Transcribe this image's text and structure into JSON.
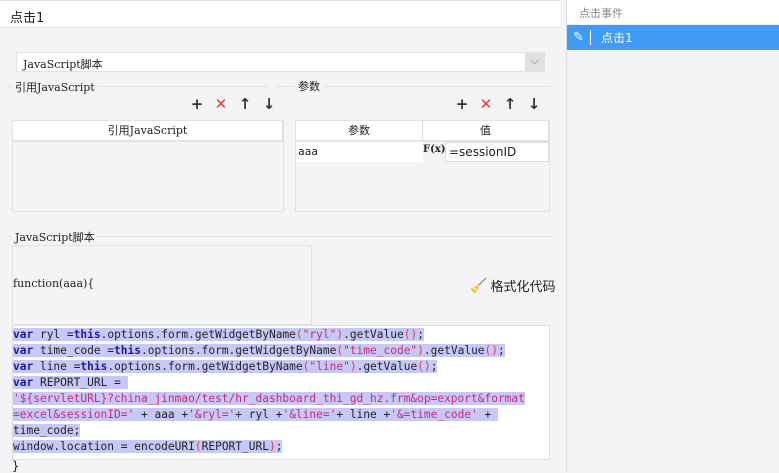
{
  "header": {
    "title": "点击1"
  },
  "dropdown": {
    "value": "JavaScript脚本",
    "chevron": "chevron-down-icon"
  },
  "ref_js": {
    "legend": "引用JavaScript",
    "column": "引用JavaScript"
  },
  "params": {
    "legend": "参数",
    "columns": [
      "参数",
      "值"
    ],
    "rows": [
      {
        "name": "aaa",
        "formula_icon": "F(x)",
        "value": "=sessionID"
      }
    ]
  },
  "toolbar": {
    "add": "+",
    "delete": "✕",
    "up": "🡑",
    "down": "🡓"
  },
  "script": {
    "legend": "JavaScript脚本",
    "signature": "function(aaa){",
    "format_label": "格式化代码",
    "closing": "}"
  },
  "code_lines": [
    [
      [
        "kw",
        "var"
      ],
      [
        "t",
        " ryl ="
      ],
      [
        "kw",
        "this"
      ],
      [
        "t",
        ".options.form.getWidgetByName"
      ],
      [
        "par",
        "("
      ],
      [
        "str",
        "\"ryl\""
      ],
      [
        "par",
        ")"
      ],
      [
        "t",
        ".getValue"
      ],
      [
        "par",
        "()"
      ],
      [
        "t",
        ";"
      ]
    ],
    [
      [
        "kw",
        "var"
      ],
      [
        "t",
        " time_code ="
      ],
      [
        "kw",
        "this"
      ],
      [
        "t",
        ".options.form.getWidgetByName"
      ],
      [
        "par",
        "("
      ],
      [
        "str",
        "\"time_code\""
      ],
      [
        "par",
        ")"
      ],
      [
        "t",
        ".getValue"
      ],
      [
        "par",
        "()"
      ],
      [
        "t",
        ";"
      ]
    ],
    [
      [
        "kw",
        "var"
      ],
      [
        "t",
        " line ="
      ],
      [
        "kw",
        "this"
      ],
      [
        "t",
        ".options.form.getWidgetByName"
      ],
      [
        "par",
        "("
      ],
      [
        "str",
        "\"line\""
      ],
      [
        "par",
        ")"
      ],
      [
        "t",
        ".getValue"
      ],
      [
        "par",
        "()"
      ],
      [
        "t",
        ";"
      ]
    ],
    [
      [
        "kw",
        "var"
      ],
      [
        "t",
        " REPORT_URL = "
      ]
    ],
    [
      [
        "str",
        "'${servletURL}?china_jinmao/test/hr_dashboard_thi_gd_hz.frm&op=export&format"
      ]
    ],
    [
      [
        "str",
        "=excel&sessionID='"
      ],
      [
        "t",
        " + aaa +"
      ],
      [
        "str",
        "'&ryl='"
      ],
      [
        "t",
        "+ ryl +"
      ],
      [
        "str",
        "'&line='"
      ],
      [
        "t",
        "+ line +"
      ],
      [
        "str",
        "'&=time_code'"
      ],
      [
        "t",
        " + "
      ]
    ],
    [
      [
        "t",
        "time_code;"
      ]
    ],
    [
      [
        "t",
        "window.location = encodeURI"
      ],
      [
        "par",
        "("
      ],
      [
        "t",
        "REPORT_URL"
      ],
      [
        "par",
        ")"
      ],
      [
        "t",
        ";"
      ]
    ]
  ],
  "events": {
    "title": "点击事件",
    "items": [
      {
        "label": "点击1",
        "selected": true
      }
    ]
  },
  "colors": {
    "accent": "#3f9bf5",
    "selection": "#c8c8f8"
  }
}
